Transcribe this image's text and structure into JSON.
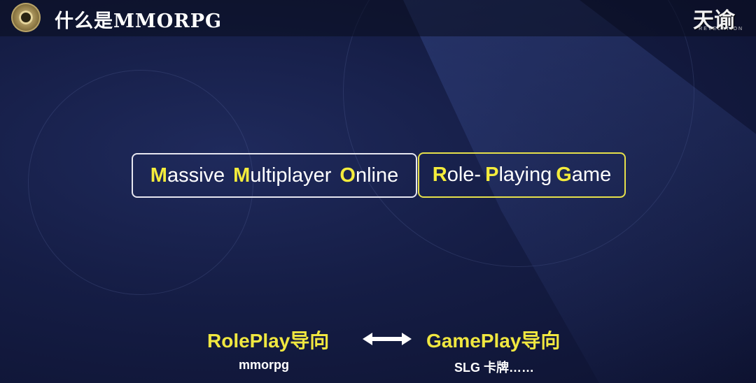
{
  "header": {
    "title": "什么是MMORPG",
    "brand_text": "天谕",
    "brand_sub": "REVELATION"
  },
  "acronym": {
    "part1": [
      {
        "initial": "M",
        "rest": "assive"
      },
      {
        "initial": "M",
        "rest": "ultiplayer"
      },
      {
        "initial": "O",
        "rest": "nline"
      }
    ],
    "part2": [
      {
        "initial": "R",
        "rest": "ole-"
      },
      {
        "initial": "P",
        "rest": "laying"
      },
      {
        "initial": "G",
        "rest": "ame"
      }
    ]
  },
  "comparison": {
    "left_title": "RolePlay导向",
    "left_example": "mmorpg",
    "right_title": "GamePlay导向",
    "right_example": "SLG 卡牌……"
  },
  "colors": {
    "highlight": "#f4ec3c",
    "background": "#151d45"
  },
  "icons": {
    "logo": "compass-emblem-icon",
    "arrow": "double-arrow-icon"
  }
}
